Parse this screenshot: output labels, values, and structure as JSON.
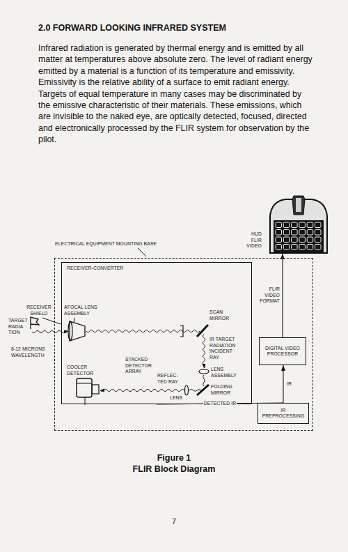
{
  "diagram": {
    "title": "2.0 FORWARD LOOKING INFRARED SYSTEM",
    "caption": "FLIR Block Diagram",
    "nodes": [
      {
        "text": [
          "HUD FLIR VIDEO"
        ]
      },
      {
        "text": [
          "ELECTRICAL EQUIPMENT MOUNTING BASE"
        ]
      },
      {
        "text": [
          "RECEIVER-CONVERTER"
        ],
        "in": 1
      },
      {
        "text": [
          "DIGITAL VIDEO PROCESSOR"
        ],
        "in": 1
      },
      {
        "text": [
          "IR PREPROCESSING"
        ],
        "in": 1
      }
    ],
    "edges": [
      {
        "from": 2,
        "to": 4,
        "arrow": "none",
        "label": "DETECTED IR"
      },
      {
        "from": 4,
        "to": 3,
        "arrow": "to",
        "label": "IR"
      },
      {
        "from": 3,
        "to": 0,
        "arrow": "to",
        "label": "FLIR VIDEO FORMAT"
      }
    ],
    "labels": [
      "Infrared radiation is generated by thermal energy and is emitted by all matter at temperatures above absolute zero. The level of radiant energy emitted by a material is a function of its temperature and emissivity. Emissivity is the relative ability of a surface to emit radiant energy. Targets of equal temperature in many cases may be discriminated by the emissive characteristic of their materials. These emissions, which are invisible to the naked eye, are optically detected, focused, directed and electronically processed by the FLIR system for observation by the pilot.",
      "RECEIVER SHIELD",
      "AFOCAL LENS ASSEMBLY",
      "TARGET RADIA TION",
      "8-12 MICRONS WAVELENGTH",
      "SCAN MIRROR",
      "IR TARGET RADIATION INCIDENT RAY",
      "STACKED DETECTOR ARRAY",
      "COOLER DETECTOR",
      "REFLEC- TED RAY",
      "LENS ASSEMBLY",
      "LENS",
      "FOLDING MIRROR",
      "Figure 1",
      "7"
    ]
  }
}
